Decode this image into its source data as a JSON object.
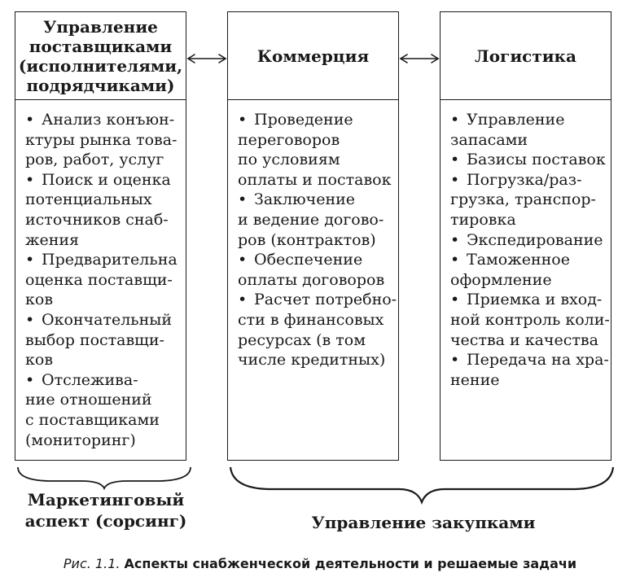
{
  "columns": [
    {
      "title_lines": [
        "Управление",
        "поставщиками",
        "(исполнителями,",
        "подрядчиками)"
      ],
      "items": [
        [
          "Анализ конъюн-",
          "ктуры рынка това-",
          "ров, работ, услуг"
        ],
        [
          "Поиск и оценка",
          "потенциальных",
          "источников снаб-",
          "жения"
        ],
        [
          "Предварительна",
          "оценка поставщи-",
          "ков"
        ],
        [
          "Окончательный",
          "выбор поставщи-",
          "ков"
        ],
        [
          "Отслежива-",
          "ние отношений",
          "с поставщиками",
          "(мониторинг)"
        ]
      ]
    },
    {
      "title_lines": [
        "Коммерция"
      ],
      "items": [
        [
          "Проведение",
          "переговоров",
          "по условиям",
          "оплаты и поставок"
        ],
        [
          "Заключение",
          "и ведение догово-",
          "ров (контрактов)"
        ],
        [
          "Обеспечение",
          "оплаты договоров"
        ],
        [
          "Расчет потребно-",
          "сти в финансовых",
          "ресурсах (в том",
          "числе кредитных)"
        ]
      ]
    },
    {
      "title_lines": [
        "Логистика"
      ],
      "items": [
        [
          "Управление",
          "запасами"
        ],
        [
          "Базисы поставок"
        ],
        [
          "Погрузка/раз-",
          "грузка, транспор-",
          "тировка"
        ],
        [
          "Экспедирование"
        ],
        [
          "Таможенное",
          "оформление"
        ],
        [
          "Приемка и вход-",
          "ной контроль коли-",
          "чества и качества"
        ],
        [
          "Передача на хра-",
          "нение"
        ]
      ]
    }
  ],
  "brace_labels": {
    "marketing": [
      "Маркетинговый",
      "аспект (сорсинг)"
    ],
    "procurement": "Управление закупками"
  },
  "caption": {
    "prefix": "Рис. 1.1.",
    "title": "Аспекты снабженческой деятельности и решаемые задачи"
  }
}
